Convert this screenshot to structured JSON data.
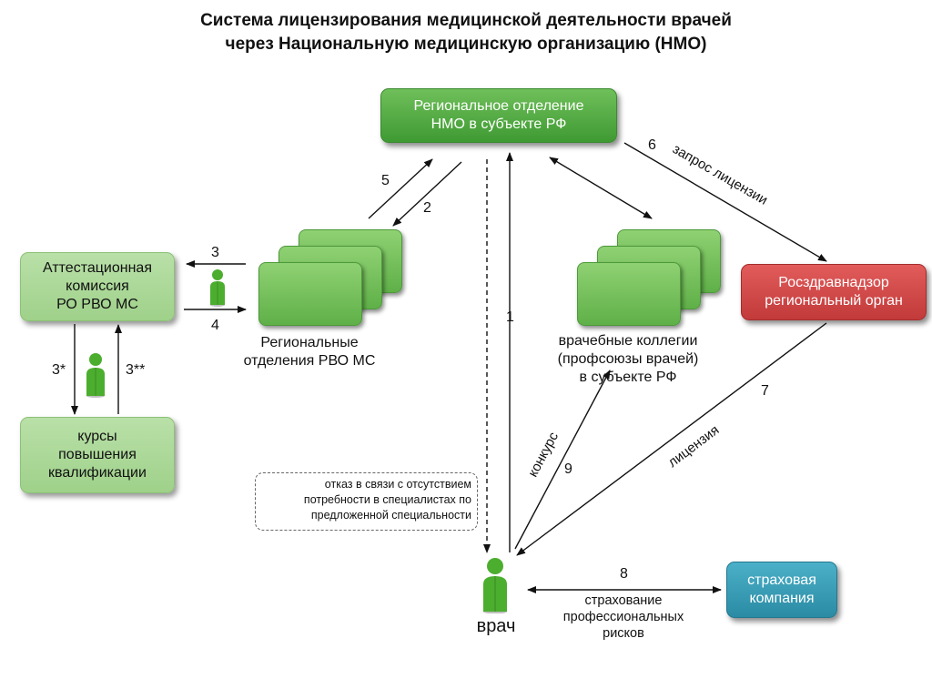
{
  "title": {
    "line1": "Система лицензирования медицинской деятельности врачей",
    "line2": "через Национальную медицинскую организацию (НМО)"
  },
  "nodes": {
    "nmo": "Региональное отделение\nНМО в субъекте РФ",
    "attest": "Аттестационная\nкомиссия\nРО РВО МС",
    "courses": "курсы\nповышения\nквалификации",
    "roszdrav": "Росздравнадзор\nрегиональный орган",
    "insurance": "страховая\nкомпания",
    "rvo_label": "Региональные\nотделения РВО МС",
    "colleges_label": "врачебные коллегии\n(профсоюзы врачей)\nв субъекте РФ",
    "doctor_label": "врач",
    "insurance_desc": "страхование\nпрофессиональных\nрисков",
    "refusal_note": "отказ в связи с отсутствием\nпотребности в специалистах по\nпредложенной специальности"
  },
  "edges": {
    "n1": "1",
    "n2": "2",
    "n3": "3",
    "n3a": "3*",
    "n3b": "3**",
    "n4": "4",
    "n5": "5",
    "n6": "6",
    "n7": "7",
    "n8": "8",
    "n9": "9",
    "request_license": "запрос лицензии",
    "license": "лицензия",
    "contest": "конкурс"
  },
  "colors": {
    "green_dark": "#4fa83e",
    "green_light": "#a8d795",
    "red": "#d24848",
    "teal": "#3a9db7",
    "person": "#4cae2e"
  },
  "icons": [
    "person-icon"
  ]
}
